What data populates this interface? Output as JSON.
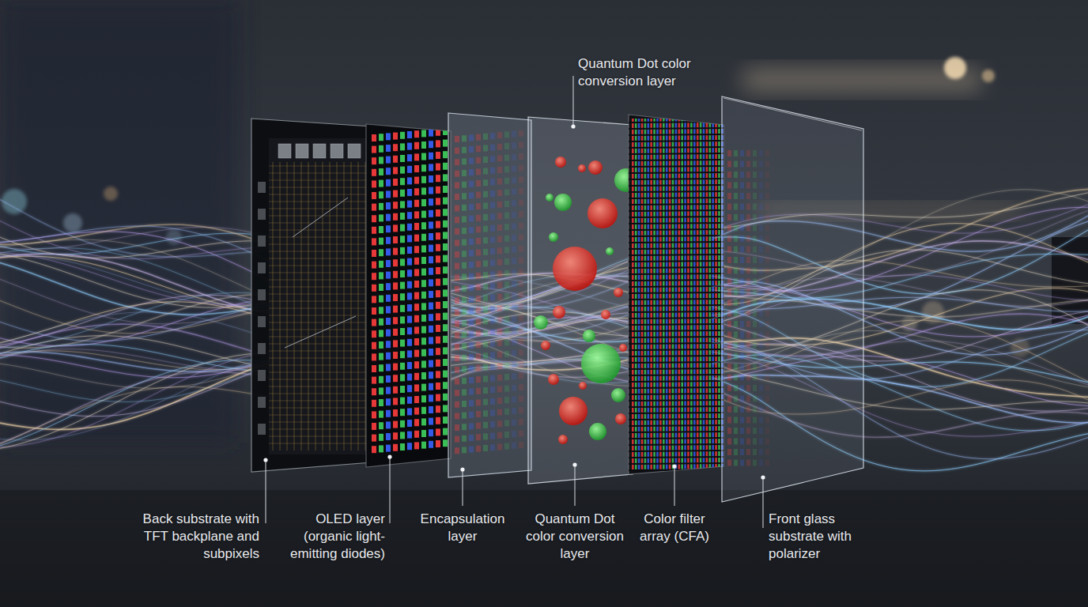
{
  "diagram": {
    "labels": [
      "Quantum Dot color conversion layer",
      "Back substrate with TFT backplane and subpixels",
      "OLED layer (organic light- emitting diodes)",
      "Encapsulation layer",
      "Quantum Dot color conversion layer",
      "Color filter array (CFA)",
      "Front glass substrate with polarizer"
    ]
  }
}
